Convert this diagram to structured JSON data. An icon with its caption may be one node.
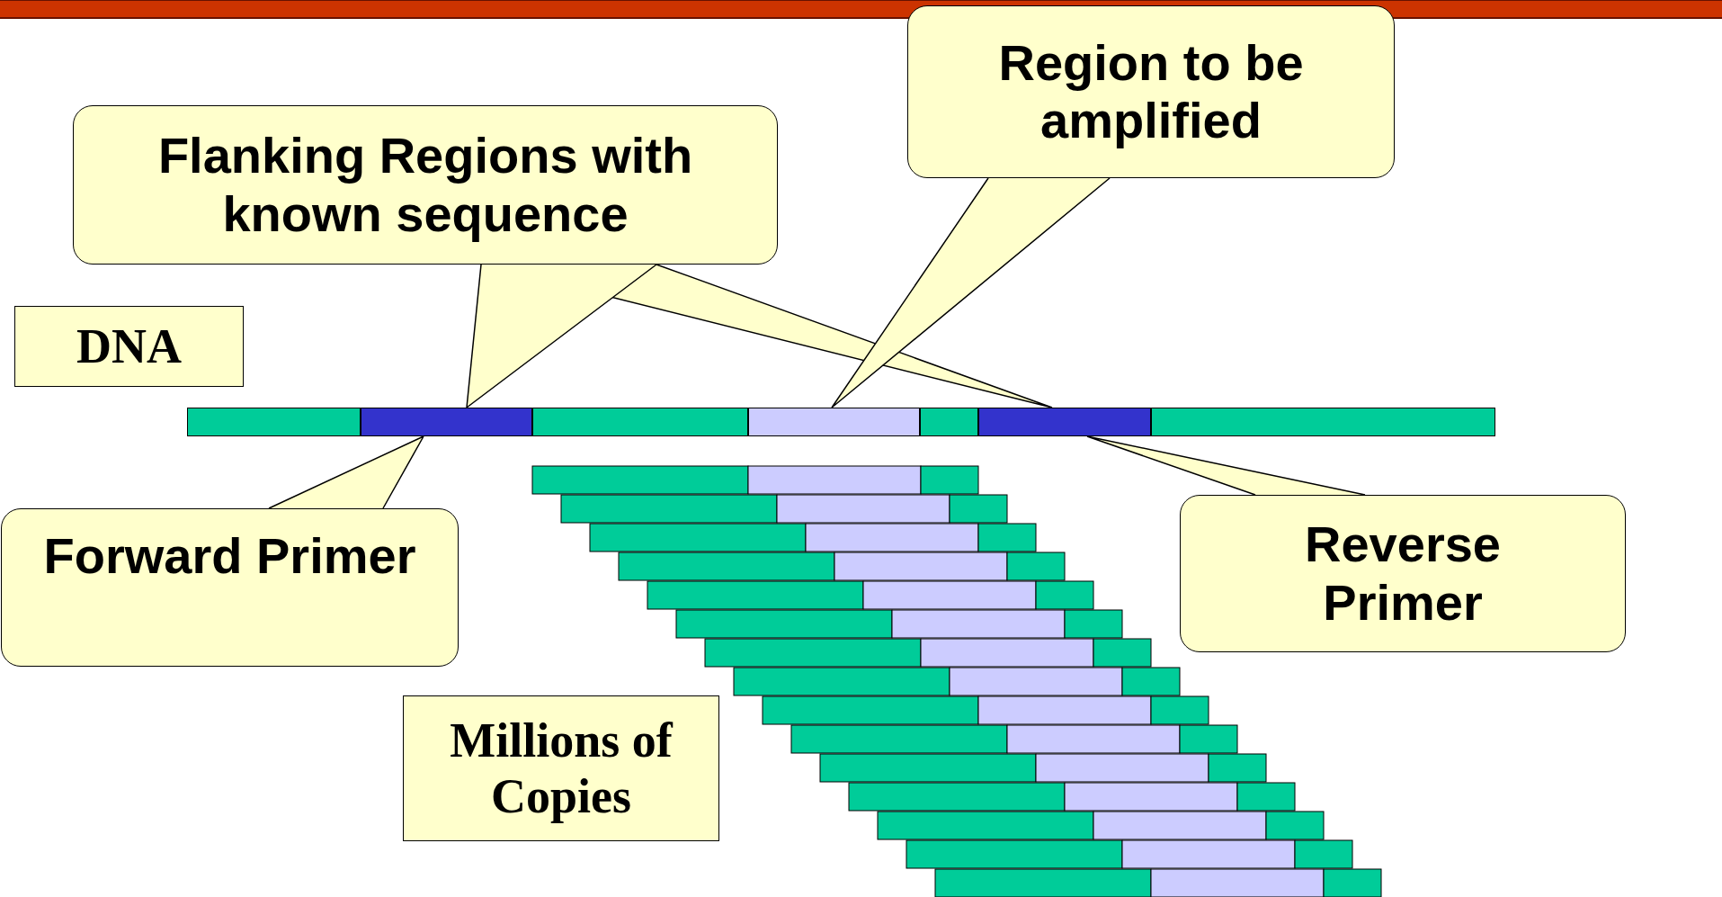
{
  "diagram": {
    "nodes": [
      {
        "text": [
          "Flanking Regions with known sequence"
        ]
      },
      {
        "text": [
          "Region to be amplified"
        ]
      },
      {
        "text": [
          "DNA"
        ]
      },
      {
        "text": [],
        "shape": "bar"
      },
      {
        "text": [],
        "shape": "bar"
      },
      {
        "text": [],
        "shape": "bar"
      },
      {
        "text": [],
        "shape": "bar"
      },
      {
        "text": [],
        "shape": "bar"
      },
      {
        "text": [],
        "shape": "bar"
      },
      {
        "text": [],
        "shape": "bar"
      },
      {
        "text": [
          "Forward Primer"
        ]
      },
      {
        "text": [
          "Reverse Primer"
        ]
      },
      {
        "text": [
          "Millions of Copies"
        ]
      }
    ],
    "edges": [
      {
        "from": 0,
        "to": 8,
        "arrow": "none"
      },
      {
        "from": 0,
        "to": 4,
        "arrow": "none"
      },
      {
        "from": 1,
        "to": 6,
        "arrow": "none"
      },
      {
        "from": 10,
        "to": 4,
        "arrow": "none"
      },
      {
        "from": 11,
        "to": 8,
        "arrow": "none"
      }
    ]
  }
}
